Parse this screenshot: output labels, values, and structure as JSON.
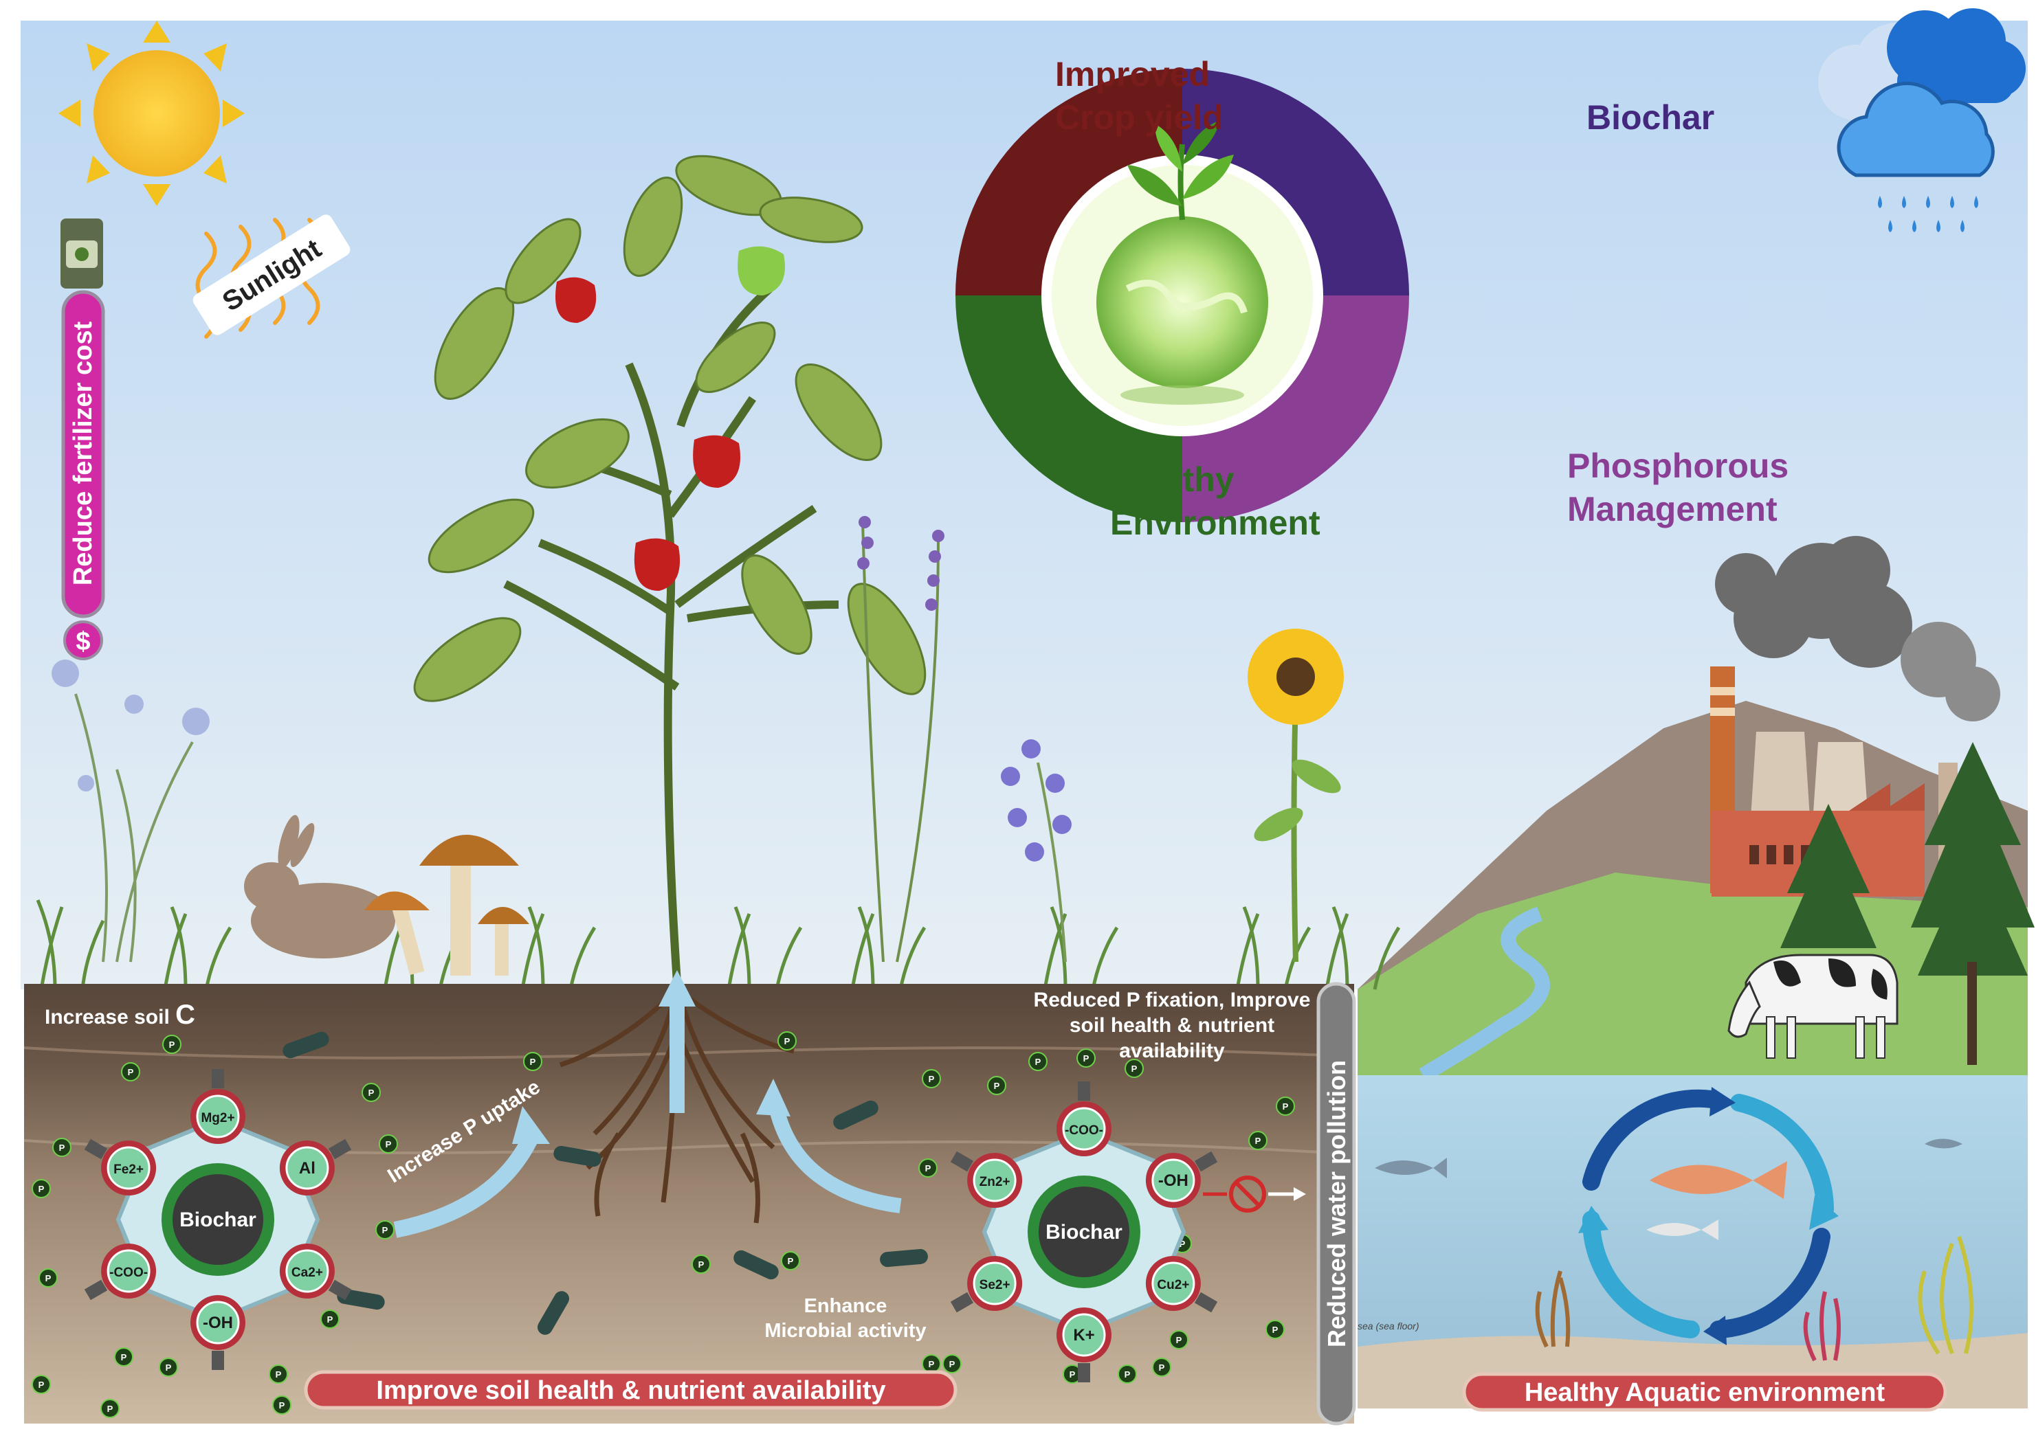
{
  "sunlight_label": "Sunlight",
  "fertilizer": {
    "label": "Reduce fertilizer cost",
    "symbol": "$"
  },
  "wheel": {
    "segments": [
      {
        "label_line1": "Improved",
        "label_line2": "Crop yield",
        "color": "#6b1a1a"
      },
      {
        "label_line1": "Biochar",
        "label_line2": "",
        "color": "#43287d"
      },
      {
        "label_line1": "Phosphorous",
        "label_line2": "Management",
        "color": "#8b3f94"
      },
      {
        "label_line1": "Healthy",
        "label_line2": "Environment",
        "color": "#2e6b22"
      }
    ]
  },
  "soil": {
    "increase_c_prefix": "Increase soil ",
    "increase_c_letter": "C",
    "p_uptake": "Increase P uptake",
    "microbial_line1": "Enhance",
    "microbial_line2": "Microbial activity",
    "p_fixation_line1": "Reduced P fixation, Improve",
    "p_fixation_line2": "soil health & nutrient",
    "p_fixation_line3": "availability",
    "nutrient_marker": "P"
  },
  "biochar_left": {
    "core_label": "Biochar",
    "groups": [
      "Mg2+",
      "Al",
      "Ca2+",
      "-OH",
      "-COO-",
      "Fe2+"
    ]
  },
  "biochar_right": {
    "core_label": "Biochar",
    "groups": [
      "-COO-",
      "-OH",
      "Cu2+",
      "K+",
      "Se2+",
      "Zn2+"
    ]
  },
  "water_pollution": "Reduced water pollution",
  "sea_floor_label": "sea (sea floor)",
  "banners": {
    "soil": "Improve soil health & nutrient availability",
    "aquatic": "Healthy Aquatic environment"
  },
  "colors": {
    "sky_top": "#c6ddf5",
    "sky_bottom": "#e4eef6",
    "soil_dark": "#5c4a3d",
    "soil_light": "#c7b49c",
    "banner_red": "#c8484c",
    "biochar_ring": "#2e8b3a",
    "fertilizer_pink": "#d22aa4",
    "water": "#a9cfe4"
  }
}
